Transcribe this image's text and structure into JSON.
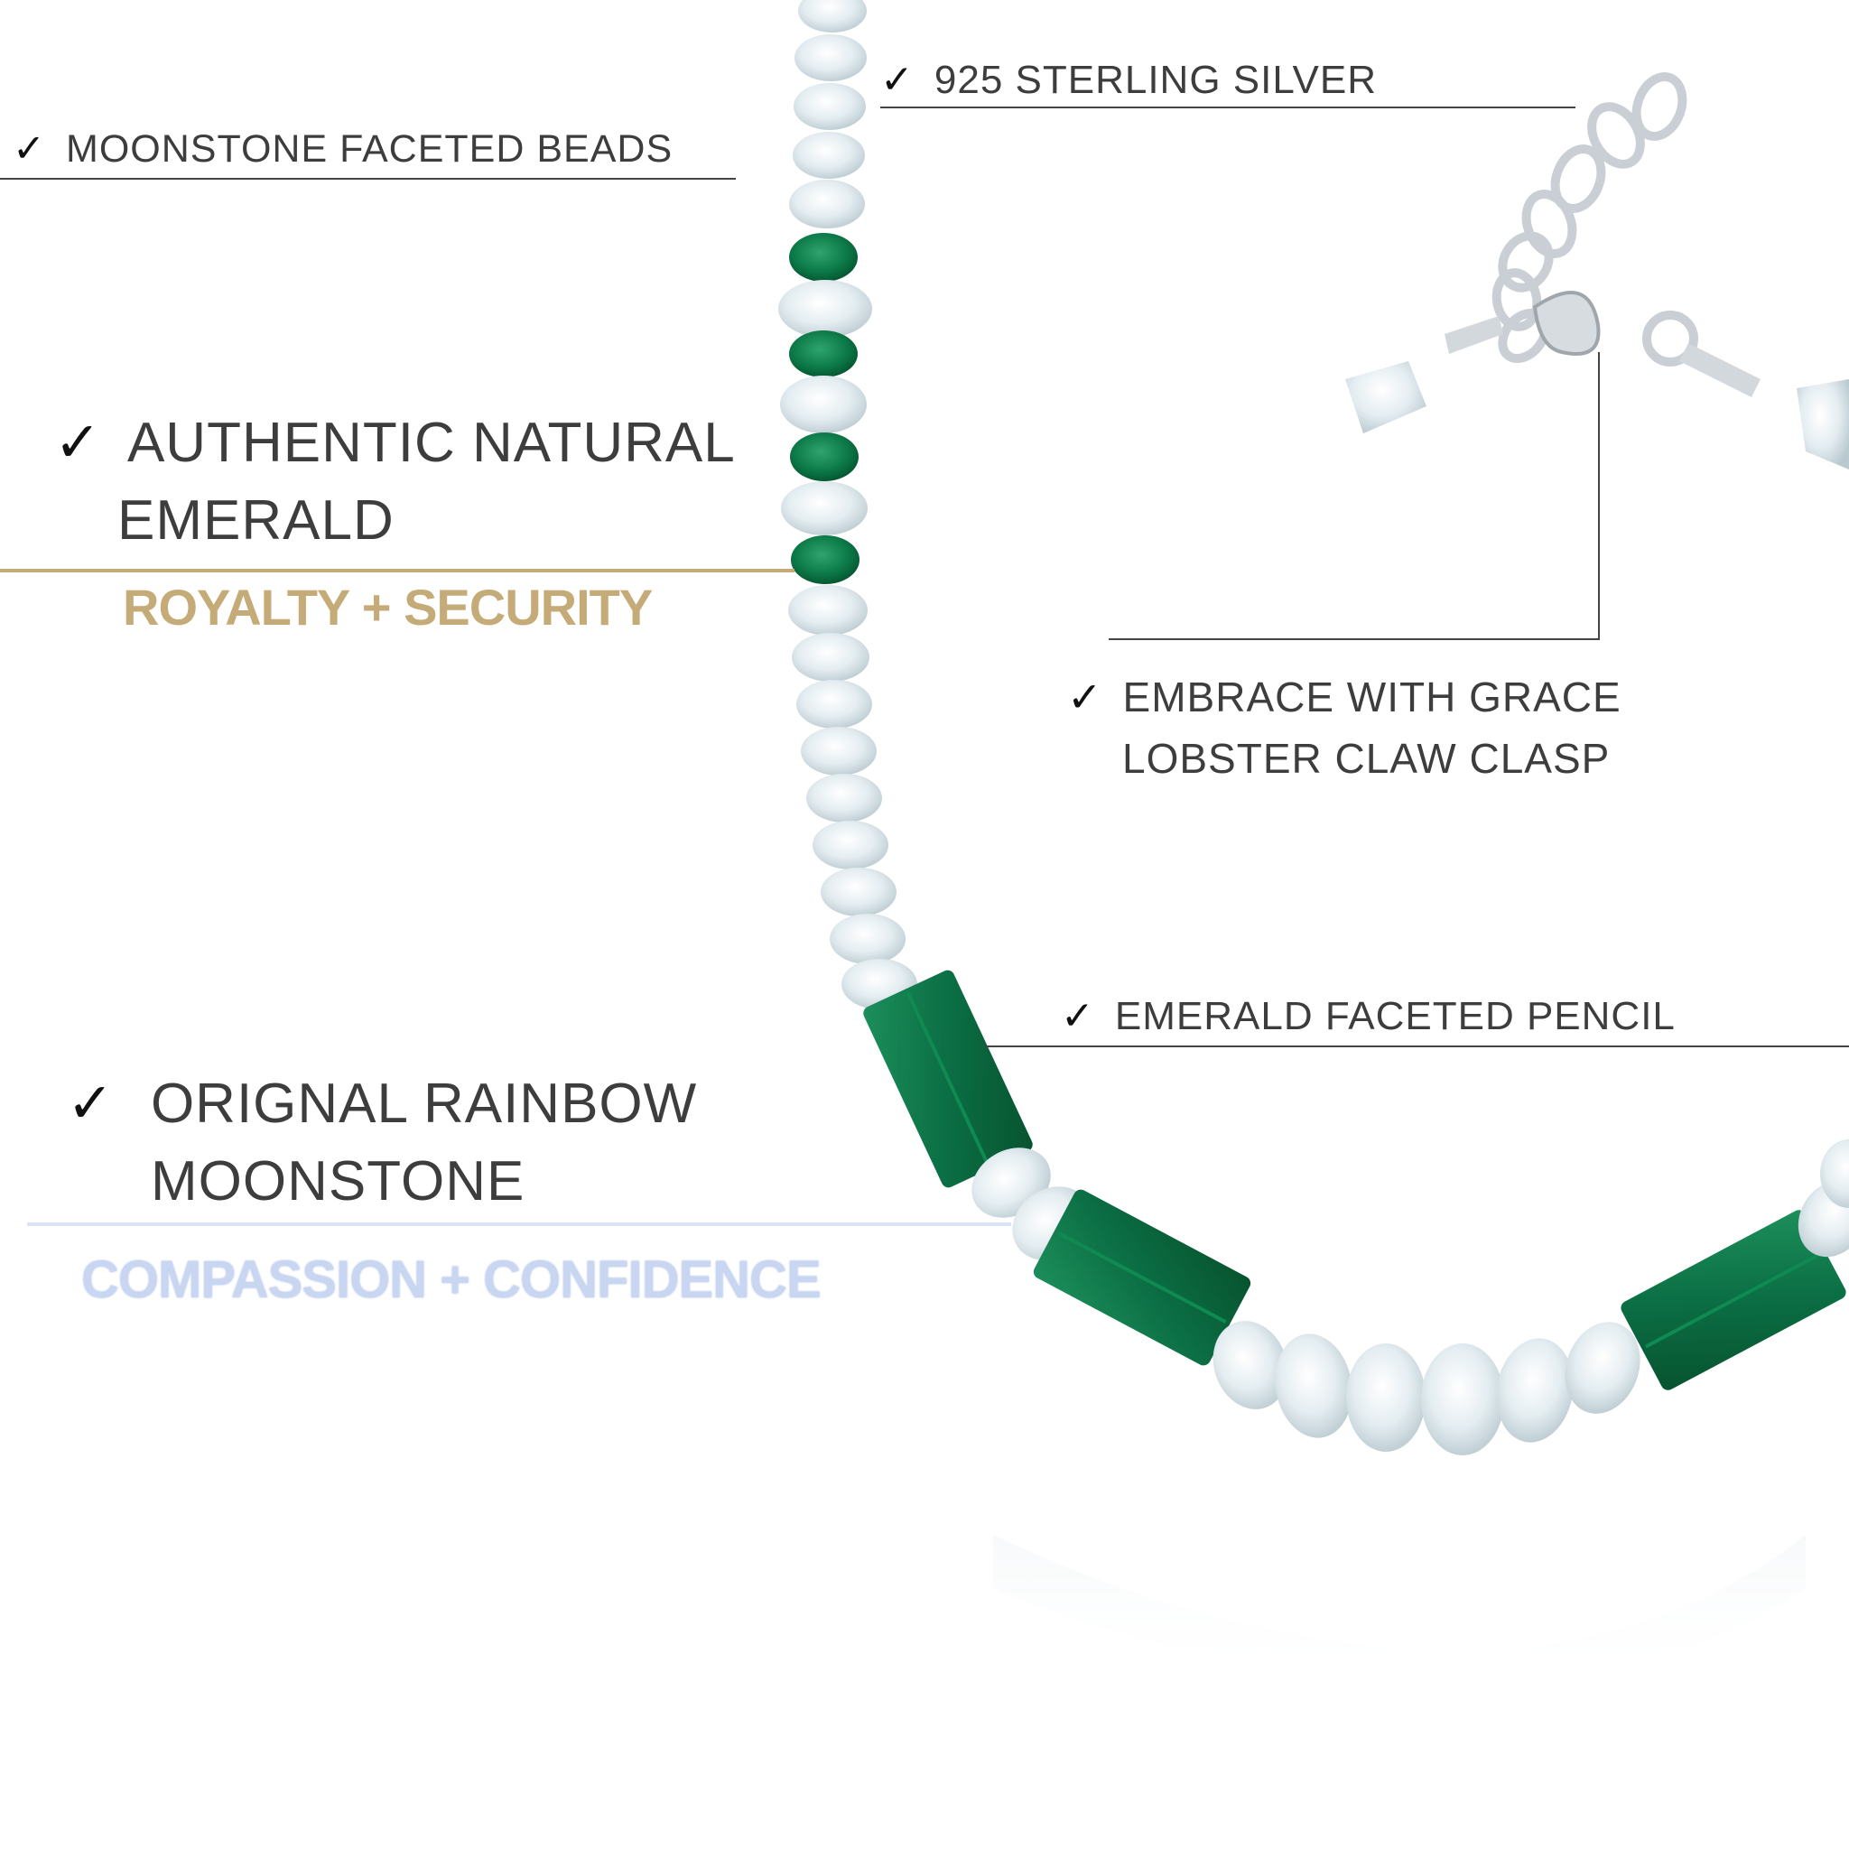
{
  "callouts": {
    "moonstone_beads": {
      "check": "✓",
      "text": "MOONSTONE FACETED BEADS"
    },
    "sterling_silver": {
      "check": "✓",
      "text": "925 STERLING SILVER"
    },
    "emerald": {
      "check": "✓",
      "line1": "AUTHENTIC NATURAL",
      "line2": "EMERALD",
      "tagline": "ROYALTY + SECURITY"
    },
    "clasp": {
      "check": "✓",
      "line1": "EMBRACE WITH GRACE",
      "line2": "LOBSTER CLAW CLASP"
    },
    "emerald_pencil": {
      "check": "✓",
      "text": "EMERALD FACETED PENCIL"
    },
    "rainbow_moonstone": {
      "check": "✓",
      "line1": "ORIGNAL RAINBOW",
      "line2": "MOONSTONE",
      "tagline": "COMPASSION + CONFIDENCE"
    }
  },
  "colors": {
    "emerald_gem": "#0b7a4a",
    "moonstone_gem": "#dfe8ec",
    "silver": "#c9cfd4",
    "gold_tagline": "#c4ab78",
    "blue_tagline": "#c9d6f2",
    "text": "#3d3d3d"
  }
}
